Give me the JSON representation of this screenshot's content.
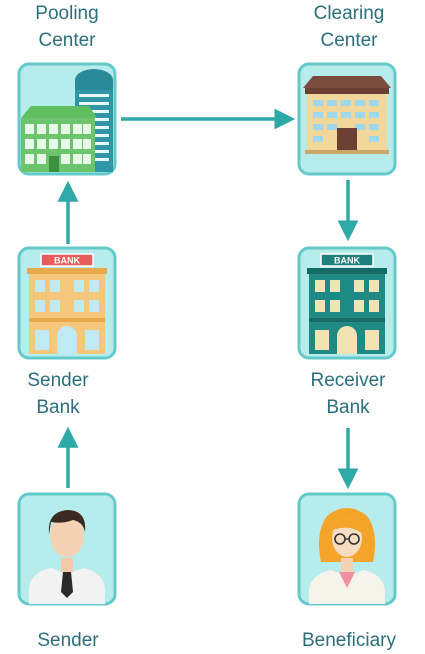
{
  "nodes": {
    "pooling_center": {
      "line1": "Pooling",
      "line2": "Center",
      "icon": "office-buildings-icon"
    },
    "clearing_center": {
      "line1": "Clearing",
      "line2": "Center",
      "icon": "clearing-building-icon"
    },
    "sender_bank": {
      "line1": "Sender",
      "line2": "Bank",
      "icon": "bank-building-icon",
      "sign": "BANK"
    },
    "receiver_bank": {
      "line1": "Receiver",
      "line2": "Bank",
      "icon": "bank-building-icon",
      "sign": "BANK"
    },
    "sender": {
      "line1": "Sender",
      "icon": "man-avatar-icon"
    },
    "beneficiary": {
      "line1": "Beneficiary",
      "icon": "woman-avatar-icon"
    }
  },
  "edges": [
    {
      "from": "sender",
      "to": "sender_bank"
    },
    {
      "from": "sender_bank",
      "to": "pooling_center"
    },
    {
      "from": "pooling_center",
      "to": "clearing_center"
    },
    {
      "from": "clearing_center",
      "to": "receiver_bank"
    },
    {
      "from": "receiver_bank",
      "to": "beneficiary"
    }
  ],
  "colors": {
    "text": "#2b6f7e",
    "arrow": "#2fa8a8",
    "tile_fill": "#b7ecec",
    "tile_border": "#63c9c9"
  }
}
